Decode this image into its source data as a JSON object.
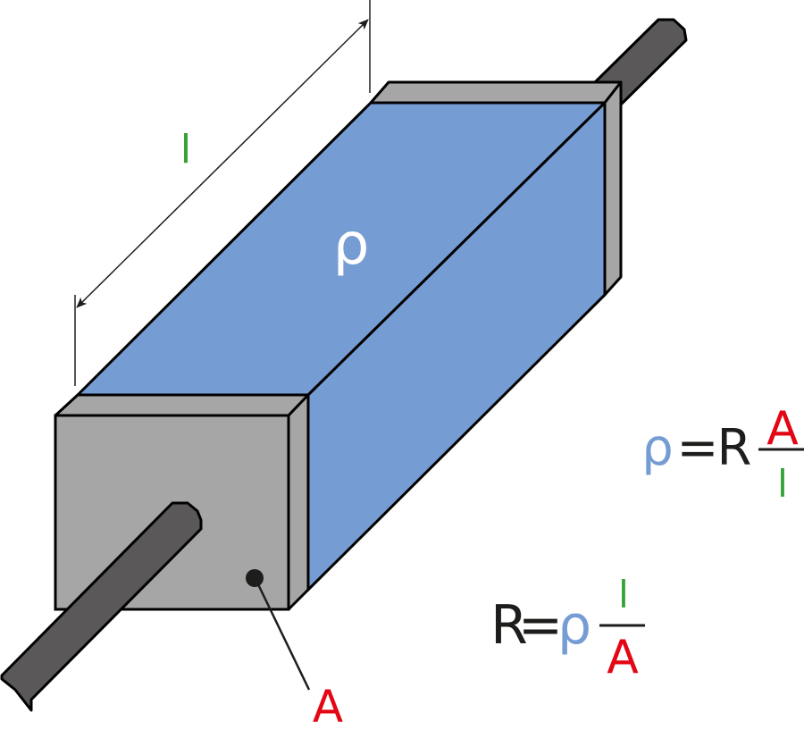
{
  "title": "Resistivity of a conductor",
  "colors": {
    "conductor_blue": "#769dd3",
    "cap_gray": "#a6a6a6",
    "lead_dark": "#5a5858",
    "outline": "#000000",
    "rho_color": "#769dd3",
    "length_color": "#33a335",
    "area_color": "#e30613",
    "text_black": "#1d1d1b",
    "rho_on_body": "#ffffff"
  },
  "labels": {
    "length": "l",
    "resistivity": "ρ",
    "area": "A"
  },
  "formula_resistivity": {
    "lhs": "ρ",
    "equals": "=",
    "factor": "R",
    "numerator": "A",
    "denominator": "l"
  },
  "formula_resistance": {
    "lhs": "R",
    "equals": "=",
    "factor": "ρ",
    "numerator": "l",
    "denominator": "A"
  }
}
